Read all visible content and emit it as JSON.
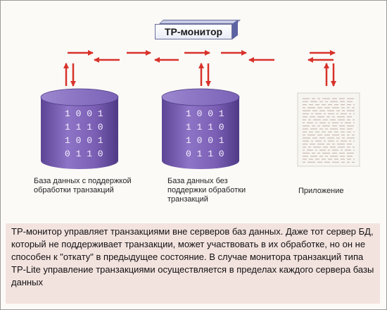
{
  "tp_monitor": {
    "label": "TP-монитор"
  },
  "cylinder_digits": [
    "1 0 0 1",
    "1 1 1 0",
    "1 0 0 1",
    "0 1 1 0"
  ],
  "labels": {
    "db_with_support": "База данных с поддержкой обработки транзакций",
    "db_without_support": "База данных без поддержки обработки транзакций",
    "application": "Приложение"
  },
  "caption": "TP-монитор управляет транзакциями вне серверов баз данных. Даже тот сервер БД, который не поддерживает транзакции, может участвовать в их обработке, но он не способен к \"откату\" в предыдущее состояние. В случае монитора транзакций типа TP-Lite управление транзакциями осуществляется в пределах каждого сервера базы данных",
  "colors": {
    "arrow": "#d8322a",
    "cylinder": "#7b5fb5",
    "cylinder_dark": "#5d4596",
    "caption_bg": "#f3e3df"
  }
}
